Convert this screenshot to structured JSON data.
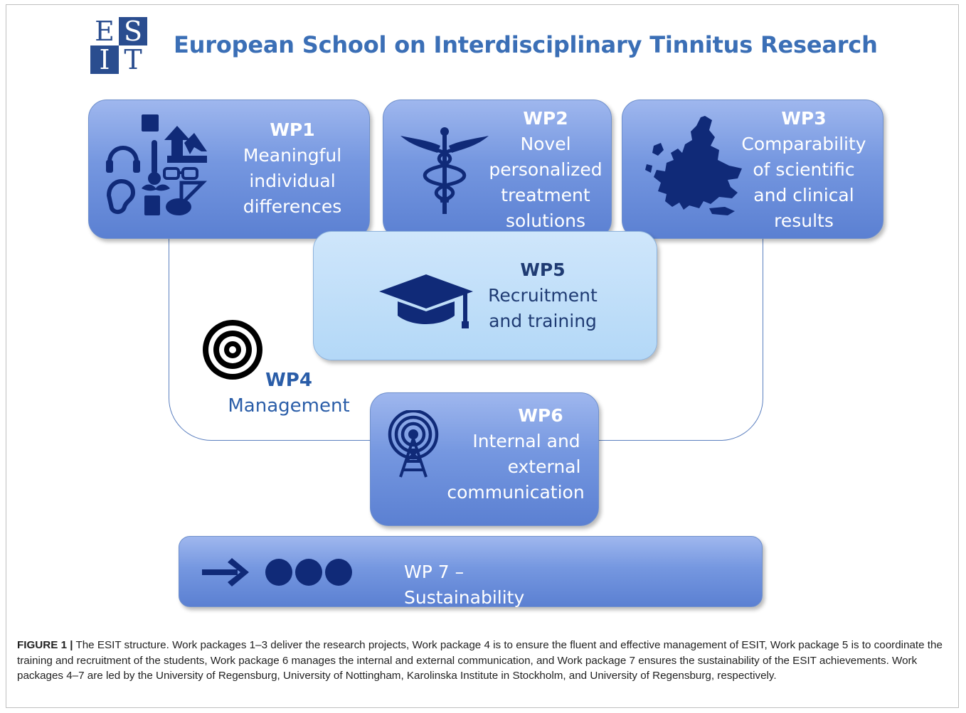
{
  "logo": {
    "letters": [
      "E",
      "S",
      "I",
      "T"
    ]
  },
  "title": "European School on Interdisciplinary Tinnitus Research",
  "wp1": {
    "label": "WP1",
    "lines": [
      "Meaningful",
      "individual",
      "differences"
    ]
  },
  "wp2": {
    "label": "WP2",
    "lines": [
      "Novel",
      "personalized",
      "treatment",
      "solutions"
    ]
  },
  "wp3": {
    "label": "WP3",
    "lines": [
      "Comparability",
      "of scientific",
      "and clinical",
      "results"
    ]
  },
  "wp4": {
    "label": "WP4",
    "text": "Management"
  },
  "wp5": {
    "label": "WP5",
    "lines": [
      "Recruitment",
      "and training"
    ]
  },
  "wp6": {
    "label": "WP6",
    "lines": [
      "Internal and",
      "external",
      "communication"
    ]
  },
  "wp7": {
    "text": "WP 7 – Sustainability"
  },
  "caption": {
    "label": "FIGURE 1 |",
    "text": " The ESIT structure. Work packages 1–3 deliver the research projects, Work package 4 is to ensure the fluent and effective management of ESIT, Work package 5 is to coordinate the training and recruitment of the students, Work package 6 manages the internal and external communication, and Work package 7 ensures the sustainability of the ESIT achievements. Work packages 4–7 are led by the University of Regensburg, University of Nottingham, Karolinska Institute in Stockholm, and University of Regensburg, respectively."
  },
  "icons": {
    "wp1": "collage-icon",
    "wp2": "caduceus-icon",
    "wp3": "europe-map-icon",
    "wp4": "target-icon",
    "wp5": "graduation-cap-icon",
    "wp6": "antenna-tower-icon",
    "wp7": "arrow-dots-icon"
  },
  "colors": {
    "brand": "#3b6fb6",
    "icon": "#102a78",
    "box": "#7597e0",
    "box_light": "#b3d8f7"
  }
}
